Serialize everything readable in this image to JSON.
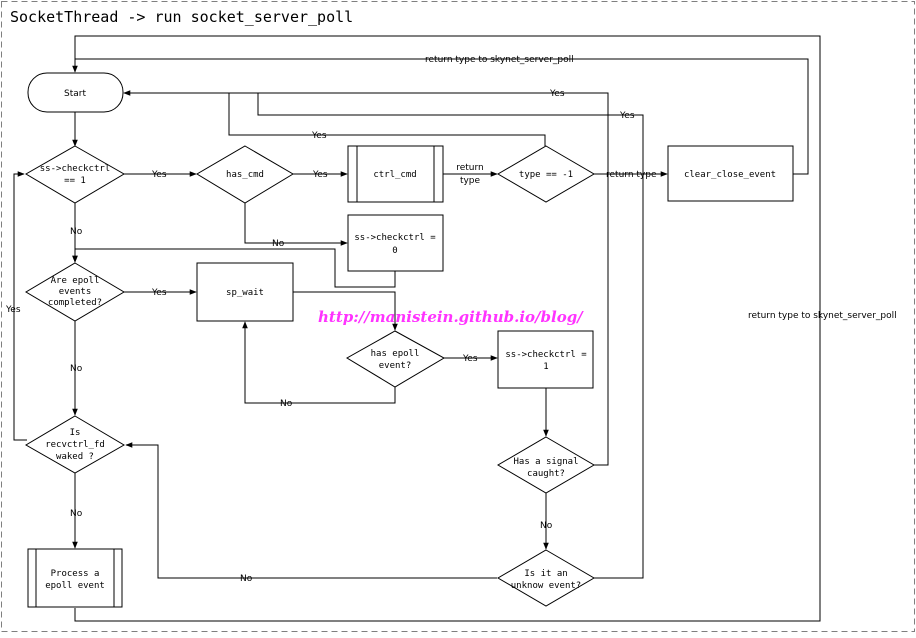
{
  "title": "SocketThread -> run socket_server_poll",
  "watermark": "http://manistein.github.io/blog/",
  "colors": {
    "line": "#000000",
    "frame": "#7f7f7f",
    "watermark": "#ff33ff"
  },
  "nodes": {
    "start": "Start",
    "checkctrl": [
      "ss->checkctrl",
      "== 1"
    ],
    "has_cmd": "has_cmd",
    "ctrl_cmd": "ctrl_cmd",
    "type_check": "type == -1",
    "clear_close_event": "clear_close_event",
    "checkctrl_zero": [
      "ss->checkctrl =",
      "0"
    ],
    "epoll_done": [
      "Are epoll",
      "events",
      "completed?"
    ],
    "sp_wait": "sp_wait",
    "has_epoll_event": [
      "has epoll",
      "event?"
    ],
    "checkctrl_one": [
      "ss->checkctrl =",
      "1"
    ],
    "signal_caught": [
      "Has a signal",
      "caught?"
    ],
    "recvctrl_waked": [
      "Is",
      "recvctrl_fd",
      "waked ?"
    ],
    "process_event": [
      "Process a",
      "epoll event"
    ],
    "unknow_event": [
      "Is it an",
      "unknow event?"
    ]
  },
  "edge_labels": {
    "return_top": "return type to skynet_server_poll",
    "return_right": "return type to skynet_server_poll",
    "yes_signal": "Yes",
    "yes_unknow": "Yes",
    "yes_has_cmd": "Yes",
    "yes_checkctrl": "Yes",
    "yes_ctrl_cmd": "Yes",
    "return_type_1": [
      "return",
      "type"
    ],
    "return_type_2": "return type",
    "no_checkctrl": "No",
    "no_has_cmd": "No",
    "yes_epoll_done": "Yes",
    "yes_has_epoll": "Yes",
    "no_epoll_done": "No",
    "no_has_epoll": "No",
    "yes_recvctrl": "Yes",
    "no_recvctrl": "No",
    "no_signal": "No",
    "no_unknow": "No"
  }
}
